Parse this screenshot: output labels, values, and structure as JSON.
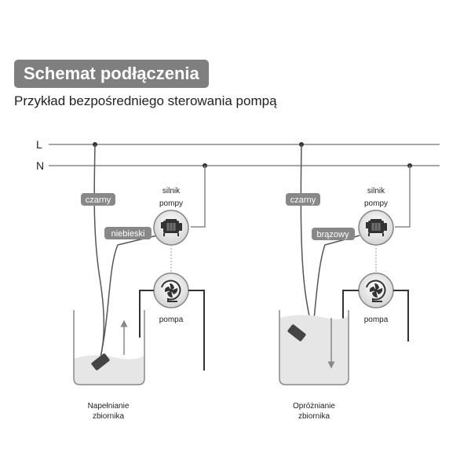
{
  "header": {
    "title": "Schemat podłączenia",
    "subtitle": "Przykład bezpośredniego sterowania pompą"
  },
  "lines": {
    "live": "L",
    "neutral": "N"
  },
  "left_scheme": {
    "wire1_label": "czarny",
    "wire2_label": "niebieski",
    "motor_label_line1": "silnik",
    "motor_label_line2": "pompy",
    "pump_label": "pompa",
    "caption_line1": "Napełnianie",
    "caption_line2": "zbiornika"
  },
  "right_scheme": {
    "wire1_label": "czarny",
    "wire2_label": "brązowy",
    "motor_label_line1": "silnik",
    "motor_label_line2": "pompy",
    "pump_label": "pompa",
    "caption_line1": "Opróżnianie",
    "caption_line2": "zbiornika"
  },
  "colors": {
    "badge": "#7f7f7f",
    "wire": "#888888",
    "cable": "#3a3a3a",
    "water": "#e6e6e6"
  }
}
